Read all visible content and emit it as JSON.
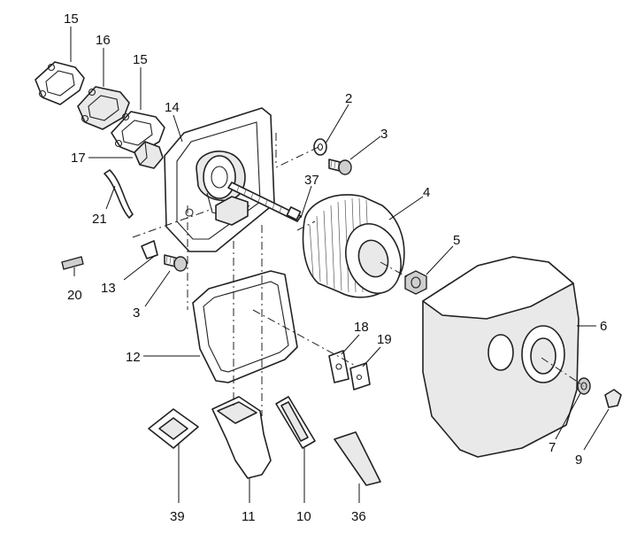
{
  "diagram": {
    "callouts": [
      {
        "id": "c15a",
        "label": "15"
      },
      {
        "id": "c16",
        "label": "16"
      },
      {
        "id": "c15b",
        "label": "15"
      },
      {
        "id": "c14",
        "label": "14"
      },
      {
        "id": "c17",
        "label": "17"
      },
      {
        "id": "c21",
        "label": "21"
      },
      {
        "id": "c2",
        "label": "2"
      },
      {
        "id": "c3a",
        "label": "3"
      },
      {
        "id": "c37",
        "label": "37"
      },
      {
        "id": "c4",
        "label": "4"
      },
      {
        "id": "c5",
        "label": "5"
      },
      {
        "id": "c6",
        "label": "6"
      },
      {
        "id": "c13",
        "label": "13"
      },
      {
        "id": "c20",
        "label": "20"
      },
      {
        "id": "c3b",
        "label": "3"
      },
      {
        "id": "c12",
        "label": "12"
      },
      {
        "id": "c18",
        "label": "18"
      },
      {
        "id": "c19",
        "label": "19"
      },
      {
        "id": "c7",
        "label": "7"
      },
      {
        "id": "c9",
        "label": "9"
      },
      {
        "id": "c39",
        "label": "39"
      },
      {
        "id": "c11",
        "label": "11"
      },
      {
        "id": "c10",
        "label": "10"
      },
      {
        "id": "c36",
        "label": "36"
      }
    ]
  }
}
